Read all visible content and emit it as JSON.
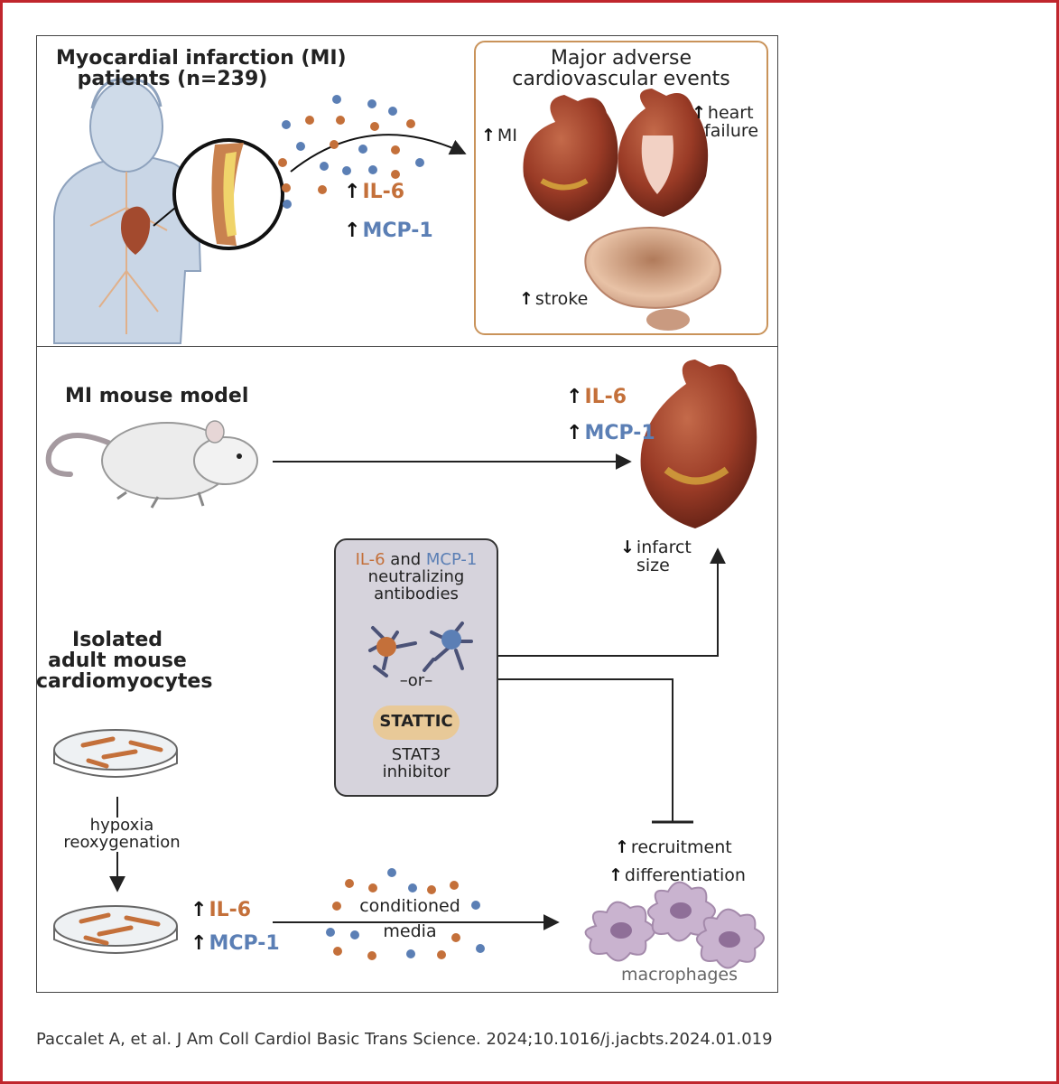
{
  "top_panel": {
    "patients_title_line1": "Myocardial infarction (MI)",
    "patients_title_line2": "patients (n=239)",
    "il6": "IL-6",
    "mcp1": "MCP-1",
    "mace_title_line1": "Major adverse",
    "mace_title_line2": "cardiovascular events",
    "mi": "MI",
    "heart_failure_line1": "heart",
    "heart_failure_line2": "failure",
    "stroke": "stroke"
  },
  "bottom_panel": {
    "mouse_model_title": "MI mouse model",
    "heart_il6": "IL-6",
    "heart_mcp1": "MCP-1",
    "infarct_line1": "infarct",
    "infarct_line2": "size",
    "treatment": {
      "il6": "IL-6",
      "and": " and ",
      "mcp1": "MCP-1",
      "line2": "neutralizing",
      "line3": "antibodies",
      "or": "–or–",
      "stattic": "STATTIC",
      "stat3_line1": "STAT3",
      "stat3_line2": "inhibitor"
    },
    "cells_title_line1": "Isolated",
    "cells_title_line2": "adult mouse",
    "cells_title_line3": "cardiomyocytes",
    "hypoxia_line1": "hypoxia",
    "hypoxia_line2": "reoxygenation",
    "dish_il6": "IL-6",
    "dish_mcp1": "MCP-1",
    "conditioned_line1": "conditioned",
    "conditioned_line2": "media",
    "recruitment": "recruitment",
    "differentiation": "differentiation",
    "macrophages": "macrophages"
  },
  "citation": "Paccalet A, et al. J Am Coll Cardiol Basic Trans Science. 2024;10.1016/j.jacbts.2024.01.019",
  "colors": {
    "frame": "#c0262d",
    "il6": "#c4703a",
    "mcp1": "#5b7fb5",
    "mace_border": "#c9935a",
    "treatment_box": "#d6d3dc",
    "stattic_pill": "#e8c998",
    "macrophage": "#c9b3cf"
  }
}
